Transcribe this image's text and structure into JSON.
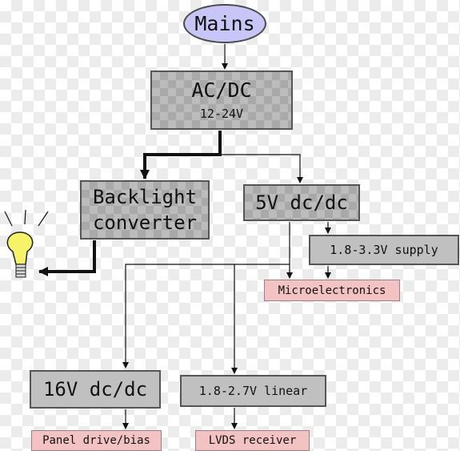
{
  "nodes": {
    "mains": "Mains",
    "acdc_title": "AC/DC",
    "acdc_range": "12-24V",
    "backlight_line1": "Backlight",
    "backlight_line2": "converter",
    "dcdc_5v": "5V dc/dc",
    "supply_18_33": "1.8-3.3V supply",
    "microelectronics": "Microelectronics",
    "dcdc_16v": "16V dc/dc",
    "linear_18_27": "1.8-2.7V linear",
    "panel_drive": "Panel drive/bias",
    "lvds_receiver": "LVDS receiver"
  },
  "icons": {
    "bulb": "light-bulb-icon"
  },
  "colors": {
    "mains_fill": "#c8c6f7",
    "box_fill": "#bcbcbc",
    "load_fill": "#f3c3c3",
    "bulb_fill": "#f6f26a"
  }
}
